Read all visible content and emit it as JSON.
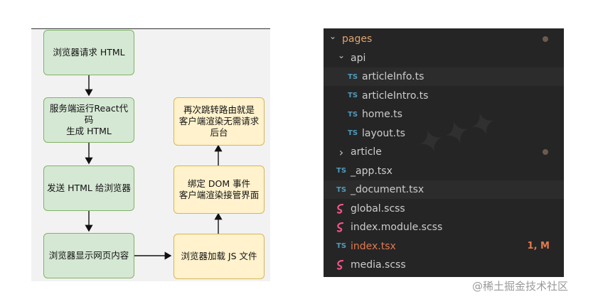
{
  "flow": {
    "nodes": {
      "request": "浏览器请求 HTML",
      "server_run": "服务端运行React代码\n生成 HTML",
      "send_html": "发送 HTML 给浏览器",
      "show_content": "浏览器显示网页内容",
      "load_js": "浏览器加载 JS 文件",
      "bind_dom": "绑定 DOM 事件\n客户端渲染接管界面",
      "route_jump": "再次跳转路由就是\n客户端渲染无需请求\n后台"
    },
    "colors": {
      "green_fill": "#d5e8d4",
      "green_border": "#82b366",
      "yellow_fill": "#fff2cc",
      "yellow_border": "#d6b656"
    }
  },
  "explorer": {
    "items": [
      {
        "label": "pages",
        "type": "folder-open",
        "level": 0,
        "decoration": "dot"
      },
      {
        "label": "api",
        "type": "folder-open",
        "level": 1
      },
      {
        "label": "articleInfo.ts",
        "type": "ts",
        "level": 2,
        "highlight": true
      },
      {
        "label": "articleIntro.ts",
        "type": "ts",
        "level": 2
      },
      {
        "label": "home.ts",
        "type": "ts",
        "level": 2
      },
      {
        "label": "layout.ts",
        "type": "ts",
        "level": 2
      },
      {
        "label": "article",
        "type": "folder-closed",
        "level": 1,
        "decoration": "dot"
      },
      {
        "label": "_app.tsx",
        "type": "ts",
        "level": 1
      },
      {
        "label": "_document.tsx",
        "type": "ts",
        "level": 1,
        "highlight": true
      },
      {
        "label": "global.scss",
        "type": "sass",
        "level": 1
      },
      {
        "label": "index.module.scss",
        "type": "sass",
        "level": 1
      },
      {
        "label": "index.tsx",
        "type": "ts",
        "level": 1,
        "status": "1, M",
        "modified": true
      },
      {
        "label": "media.scss",
        "type": "sass",
        "level": 1
      }
    ],
    "ts_badge": "TS",
    "colors": {
      "bg": "#252526",
      "ts": "#519aba",
      "sass": "#f55385",
      "modified": "#e2794f",
      "folder": "#e2a36b"
    }
  },
  "caption": "@稀土掘金技术社区"
}
